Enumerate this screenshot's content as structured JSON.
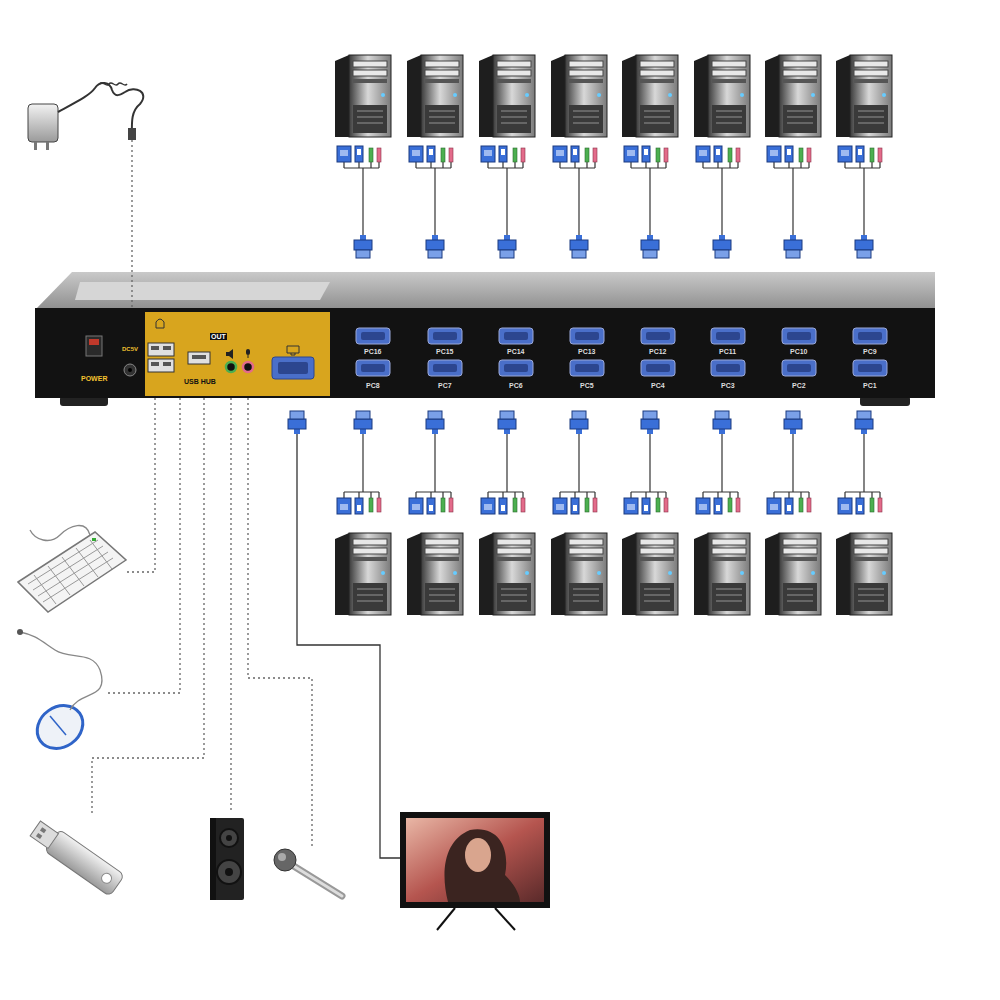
{
  "diagram": {
    "labels": [
      "POWER",
      "DC5V",
      "OUT",
      "USB HUB",
      "PC16",
      "PC15",
      "PC14",
      "PC13",
      "PC12",
      "PC11",
      "PC10",
      "PC9",
      "PC8",
      "PC7",
      "PC6",
      "PC5",
      "PC4",
      "PC3",
      "PC2",
      "PC1"
    ]
  }
}
